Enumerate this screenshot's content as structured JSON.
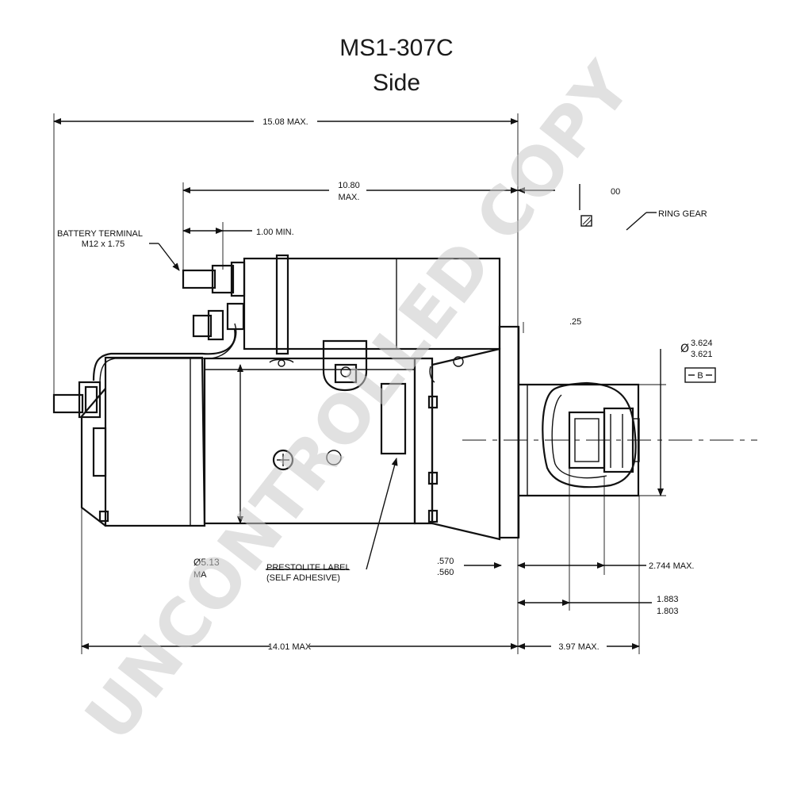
{
  "title": "MS1-307C",
  "subtitle": "Side",
  "dimensions": {
    "overall_length": "15.08 MAX.",
    "body_length_value": "10.80",
    "body_length_note": "MAX.",
    "terminal_min": "1.00 MIN.",
    "top_right_partial": "00",
    "small_dim": ".25",
    "pilot_dia_sym": "Ø",
    "pilot_dia_max": "3.624",
    "pilot_dia_min": "3.621",
    "datum": "B",
    "body_dia_sym": "Ø5.13",
    "body_dia_note": "MA",
    "flange_max": ".570",
    "flange_min": ".560",
    "pinion_max": "2.744 MAX.",
    "pinion_pos_max": "1.883",
    "pinion_pos_min": "1.803",
    "base_length": "14.01 MAX",
    "nose_length": "3.97 MAX."
  },
  "labels": {
    "battery_terminal": "BATTERY TERMINAL",
    "battery_thread": "M12 x 1.75",
    "ring_gear": "RING GEAR",
    "prestolite_label": "PRESTOLITE LABEL",
    "prestolite_label_note": "(SELF ADHESIVE)"
  },
  "watermark": "UNCONTROLLED COPY"
}
